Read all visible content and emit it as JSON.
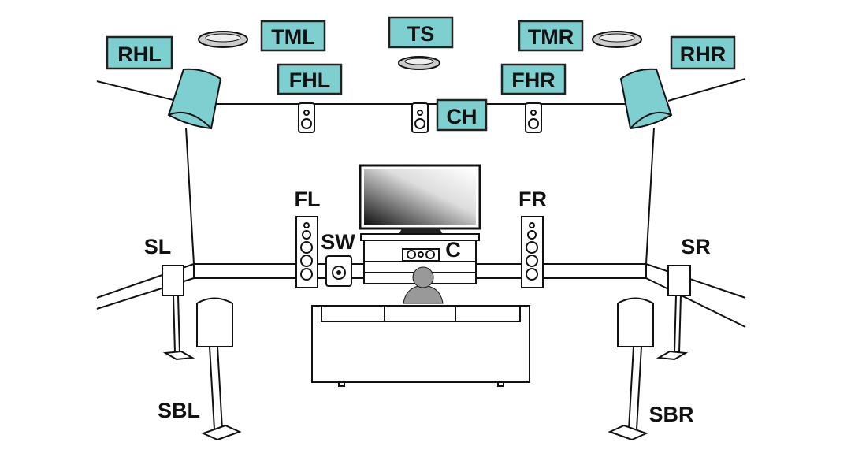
{
  "colors": {
    "accent": "#7ecfd0",
    "line": "#111111"
  },
  "height_labels": {
    "rhl": "RHL",
    "tml": "TML",
    "ts": "TS",
    "tmr": "TMR",
    "rhr": "RHR",
    "fhl": "FHL",
    "fhr": "FHR",
    "ch": "CH"
  },
  "floor_labels": {
    "fl": "FL",
    "fr": "FR",
    "sw": "SW",
    "c": "C",
    "sl": "SL",
    "sr": "SR",
    "sbl": "SBL",
    "sbr": "SBR"
  }
}
